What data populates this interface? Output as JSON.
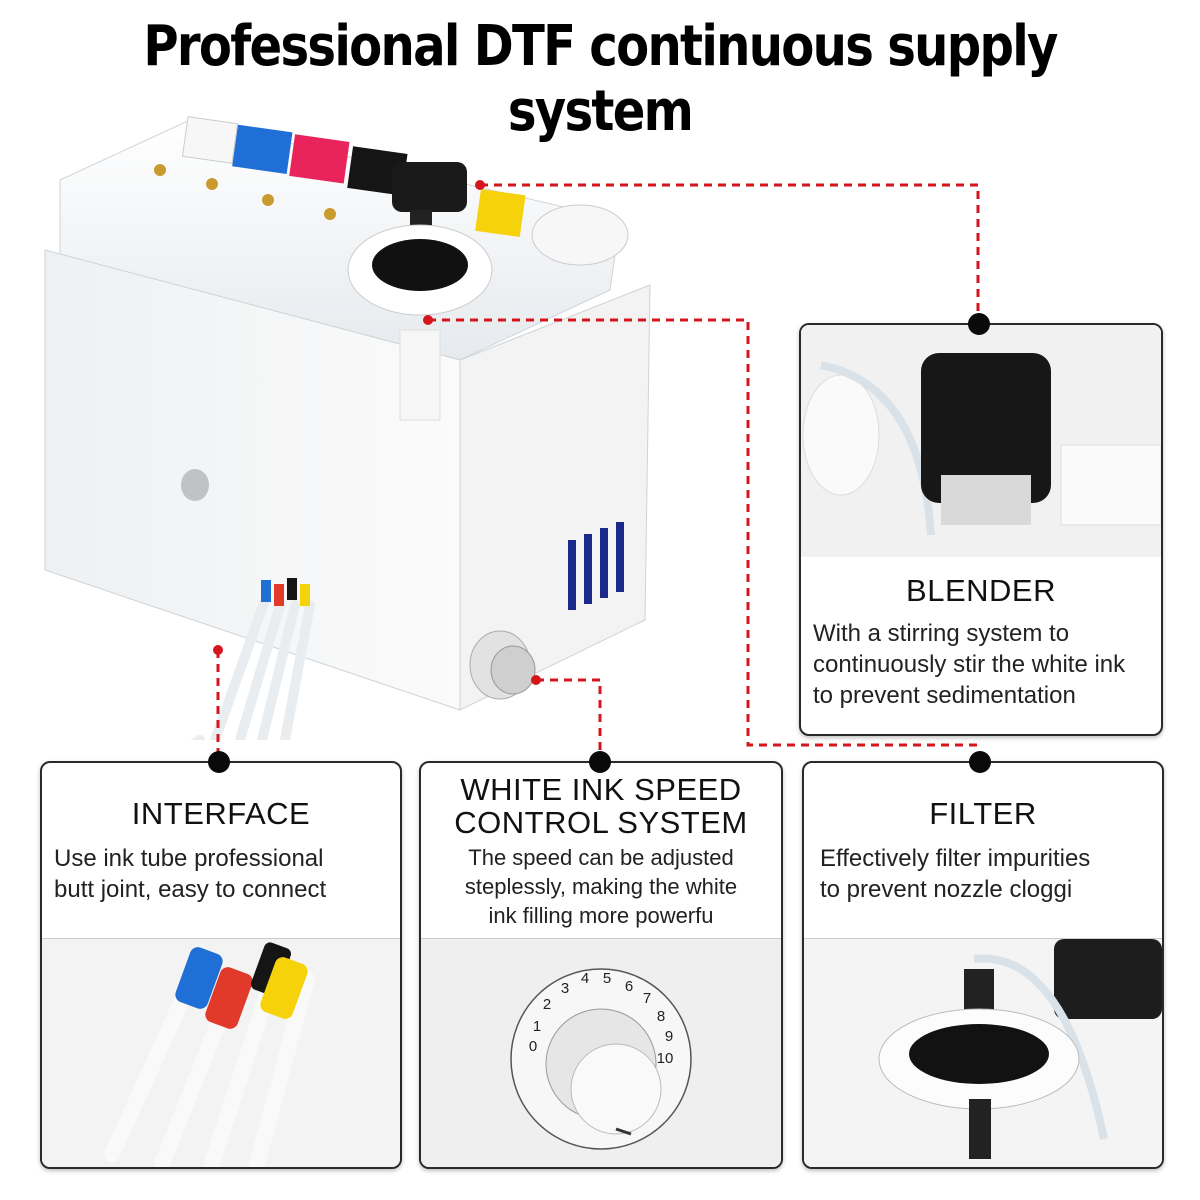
{
  "title": "Professional DTF continuous supply system",
  "cards": {
    "blender": {
      "heading": "BLENDER",
      "description": "With a stirring system to continuously stir the white ink to prevent sedimentation",
      "lines": [
        "With a stirring system to",
        "continuously stir the white ink",
        "to prevent sedimentation"
      ]
    },
    "interface": {
      "heading": "INTERFACE",
      "lines": [
        "Use ink tube professional",
        "butt joint, easy to connect"
      ]
    },
    "speed": {
      "heading_lines": [
        "WHITE INK SPEED",
        "CONTROL SYSTEM"
      ],
      "lines": [
        "The speed can be adjusted",
        "steplessly, making the white",
        "ink filling more powerfu"
      ],
      "dial_numbers": [
        "0",
        "1",
        "2",
        "3",
        "4",
        "5",
        "6",
        "7",
        "8",
        "9",
        "10"
      ]
    },
    "filter": {
      "heading": "FILTER",
      "lines": [
        "Effectively filter impurities",
        "to prevent nozzle cloggi"
      ]
    }
  },
  "colors": {
    "leader_line": "#d4161c",
    "ink_blue": "#1f6fd6",
    "ink_magenta": "#e8245a",
    "ink_black": "#151515",
    "ink_yellow": "#f5d20a",
    "ink_red": "#e23a2a"
  }
}
